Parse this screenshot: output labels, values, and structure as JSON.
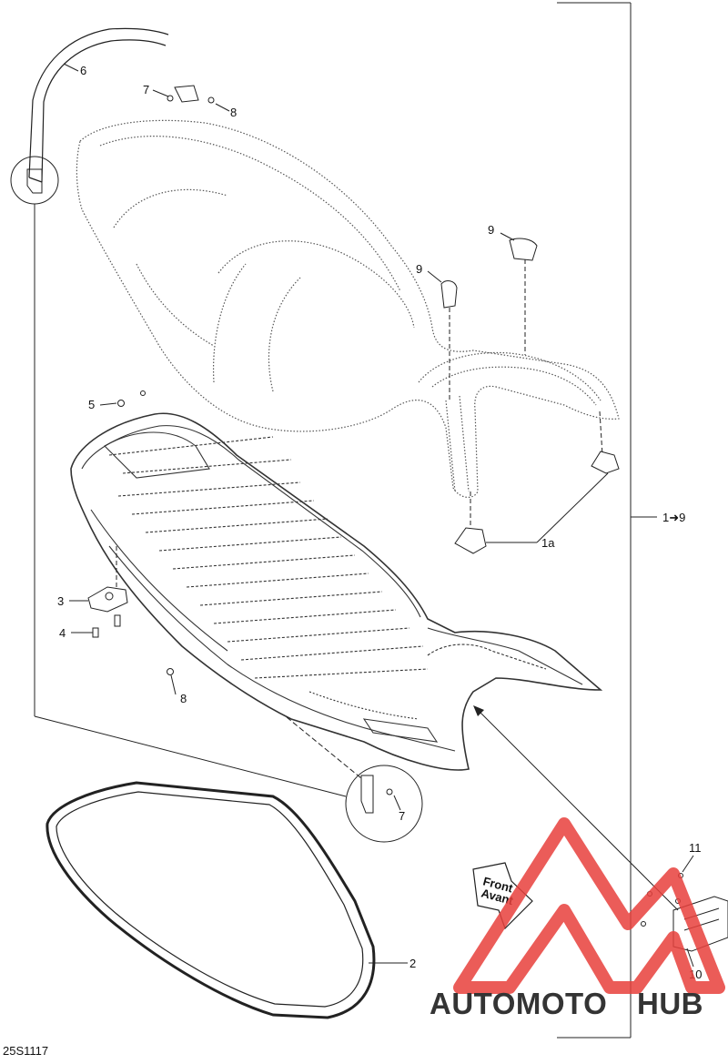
{
  "callouts": {
    "c6": "6",
    "c7a": "7",
    "c8a": "8",
    "c9a": "9",
    "c9b": "9",
    "c5": "5",
    "c3": "3",
    "c4": "4",
    "c8b": "8",
    "c1a": "1a",
    "c1to9": "1➜9",
    "c7b": "7",
    "c2": "2",
    "c11": "11",
    "c10": "10"
  },
  "front_arrow": {
    "line1": "Front",
    "line2": "Avant"
  },
  "drawing_code": "25S1117",
  "watermark": {
    "part1": "AUTOMOTO",
    "part2": "HUB"
  },
  "colors": {
    "line": "#222222",
    "logo_red": "#e8403c",
    "logo_orange": "#f2b04a",
    "logo_gray": "#6d6d6d"
  }
}
